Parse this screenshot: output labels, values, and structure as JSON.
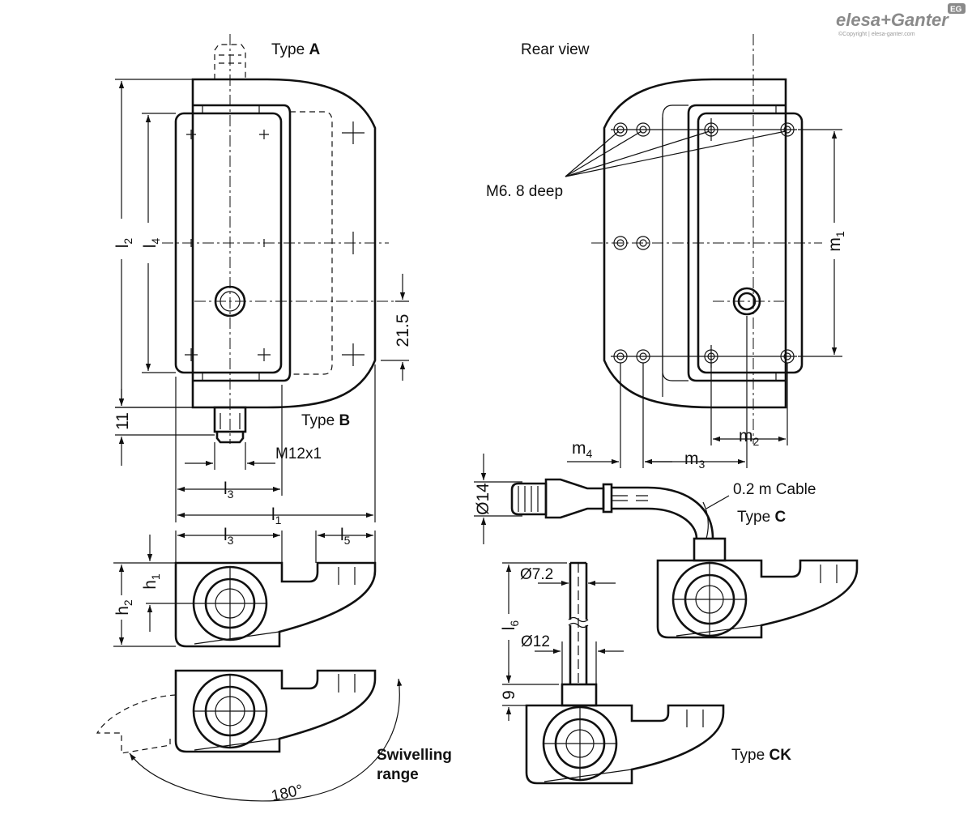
{
  "brand": {
    "logo_name": "elesa+Ganter",
    "copyright": "©Copyright | elesa-ganter.com",
    "badge": "EG"
  },
  "views": {
    "type_a": {
      "prefix": "Type ",
      "suffix": "A"
    },
    "type_b": {
      "prefix": "Type ",
      "suffix": "B"
    },
    "type_c": {
      "prefix": "Type ",
      "suffix": "C"
    },
    "type_ck": {
      "prefix": "Type  ",
      "suffix": "CK"
    },
    "rear_view": "Rear view"
  },
  "annotations": {
    "threads": "M6. 8 deep",
    "connector_thread": "M12x1",
    "cable": "0.2 m Cable",
    "swivel_line1": "Swivelling",
    "swivel_line2": "range",
    "angle": "180°"
  },
  "dimensions": {
    "l": "l",
    "l1_sub": "1",
    "l2_sub": "2",
    "l3_sub": "3",
    "l4_sub": "4",
    "l5_sub": "5",
    "l6_sub": "6",
    "h": "h",
    "h1_sub": "1",
    "h2_sub": "2",
    "m": "m",
    "m1_sub": "1",
    "m2_sub": "2",
    "m3_sub": "3",
    "m4_sub": "4",
    "d_21_5": "21.5",
    "d_11": "11",
    "d_9": "9",
    "dia_14": "Ø14",
    "dia_7_2": "Ø7.2",
    "dia_12": "Ø12"
  }
}
